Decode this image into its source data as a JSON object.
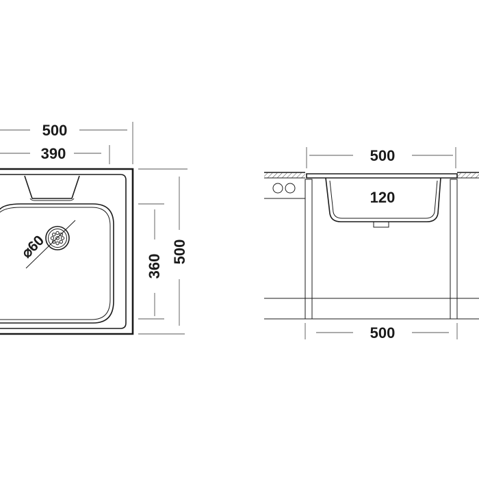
{
  "top_view": {
    "overall_width": "500",
    "bowl_width": "390",
    "bowl_depth": "360",
    "overall_depth": "500",
    "drain_diameter": "⌀60"
  },
  "side_view": {
    "overall_width": "500",
    "bowl_depth": "120",
    "cabinet_width": "500"
  }
}
